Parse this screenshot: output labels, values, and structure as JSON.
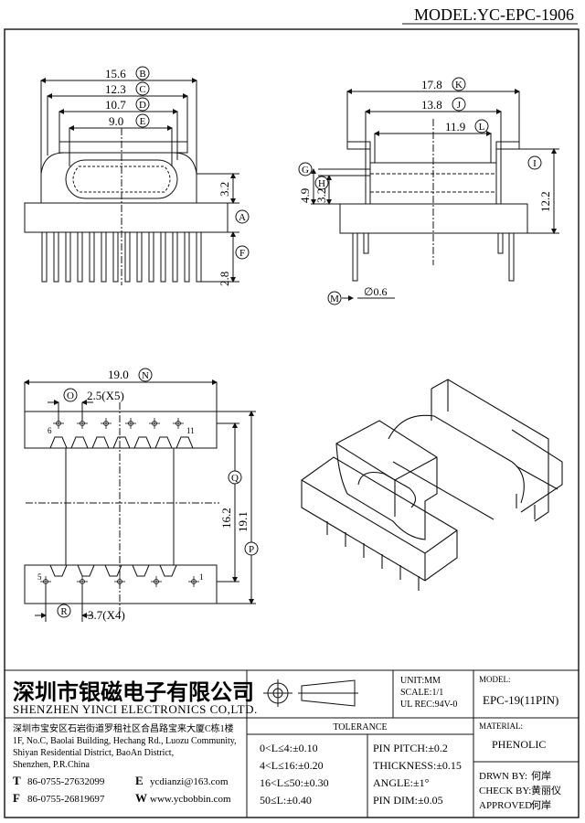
{
  "model": "MODEL:YC-EPC-1906",
  "front_view": {
    "dims": [
      {
        "value": "15.6",
        "tag": "B"
      },
      {
        "value": "12.3",
        "tag": "C"
      },
      {
        "value": "10.7",
        "tag": "D"
      },
      {
        "value": "9.0",
        "tag": "E"
      }
    ],
    "v_dims": [
      {
        "value": "3.2",
        "tag": "A"
      },
      {
        "value": "2.8",
        "tag": "F"
      }
    ]
  },
  "side_view": {
    "dims": [
      {
        "value": "17.8",
        "tag": "K"
      },
      {
        "value": "13.8",
        "tag": "J"
      },
      {
        "value": "11.9",
        "tag": "L"
      }
    ],
    "left_tags": [
      "G",
      "H"
    ],
    "v_dims": [
      "4.9",
      "3.2",
      "12.2"
    ],
    "right_tag": "I",
    "pin_tag": "M",
    "pin_dia": "∅0.6"
  },
  "bottom_view": {
    "width": {
      "value": "19.0",
      "tag": "N"
    },
    "pitch_top": {
      "tag": "O",
      "value": "2.5(X5)"
    },
    "pitch_bottom": {
      "tag": "R",
      "value": "3.7(X4)"
    },
    "h1": {
      "value": "16.2",
      "tag": "Q"
    },
    "h2": {
      "value": "19.1",
      "tag": "P"
    },
    "pin_labels": {
      "tl": "6",
      "tr": "11",
      "bl": "5",
      "br": "1"
    }
  },
  "company": {
    "name_cn": "深圳市银磁电子有限公司",
    "name_en": "SHENZHEN YINCI ELECTRONICS CO,LTD.",
    "address": [
      "深圳市宝安区石岩街道罗租社区合昌路宝来大厦C栋1楼",
      "1F, No.C, Baolai Building, Hechang Rd., Luozu Community,",
      "Shiyan Residential District, BaoAn District,",
      "Shenzhen, P.R.China"
    ],
    "contacts": [
      {
        "k": "T",
        "v": "86-0755-27632099"
      },
      {
        "k": "E",
        "v": "ycdianzi@163.com"
      },
      {
        "k": "F",
        "v": "86-0755-26819697"
      },
      {
        "k": "W",
        "v": "www.ycbobbin.com"
      }
    ]
  },
  "units": {
    "unit": "UNIT:MM",
    "scale": "SCALE:1/1",
    "ul": "UL REC:94V-0"
  },
  "tolerance": {
    "title": "TOLERANCE",
    "left": [
      "0<L≤4:±0.10",
      "4<L≤16:±0.20",
      "16<L≤50:±0.30",
      "50≤L:±0.40"
    ],
    "right": [
      "PIN PITCH:±0.2",
      "THICKNESS:±0.15",
      "ANGLE:±1°",
      "PIN DIM:±0.05"
    ]
  },
  "model_box": {
    "label": "MODEL:",
    "value": "EPC-19(11PIN)"
  },
  "material": {
    "label": "MATERIAL:",
    "value": "PHENOLIC"
  },
  "approvals": [
    {
      "k": "DRWN BY:",
      "v": "何岸"
    },
    {
      "k": "CHECK BY:",
      "v": "黄丽仪"
    },
    {
      "k": "APPROVED:",
      "v": "何岸"
    }
  ]
}
